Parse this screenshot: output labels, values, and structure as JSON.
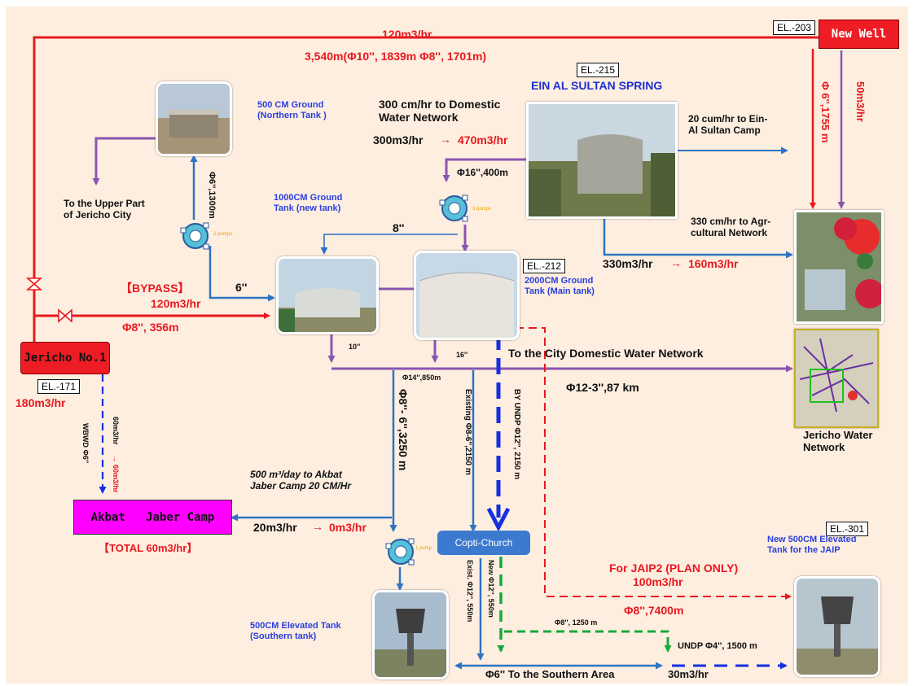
{
  "sources": {
    "new_well": "New Well",
    "jericho_no1": "Jericho No.1",
    "spring_title": "EIN AL SULTAN SPRING"
  },
  "elevations": {
    "new_well": "EL.-203",
    "spring": "EL.-215",
    "main_tank": "EL.-212",
    "jericho_no1": "EL.-171",
    "jaip_tank": "EL.-301"
  },
  "top_line": {
    "flow": "120m3/hr",
    "pipe": "3,540m(Φ10'', 1839m Φ8'', 1701m)"
  },
  "northern_tank": {
    "label": "500 CM Ground\n(Northern Tank )",
    "pipe": "Φ6'',1300m",
    "upper_city": "To the Upper Part\nof Jericho City",
    "pumps": "2 pumps"
  },
  "spring": {
    "domestic": "300 cm/hr to Domestic\nWater Network",
    "flow_before": "300m3/hr",
    "flow_after": "470m3/hr",
    "camp_flow": "20 cum/hr to Ein-\nAl Sultan Camp",
    "pipe": "Φ16'',400m",
    "pumps": "3 pumps",
    "agri": "330 cm/hr to Agr-\ncultural Network",
    "agri_before": "330m3/hr",
    "agri_after": "160m3/hr"
  },
  "new_well_line": {
    "pipe": "Φ 6'',1755 m",
    "flow": "50m3/hr"
  },
  "new_tank": {
    "label": "1000CM Ground\nTank (new tank)",
    "link": "8''",
    "outlet": "6''"
  },
  "main_tank": {
    "label": "2000CM Ground\nTank (Main tank)"
  },
  "bypass": {
    "title": "【BYPASS】",
    "flow": "120m3/hr",
    "pipe": "Φ8'', 356m"
  },
  "jericho_no1_flow": "180m3/hr",
  "distribution": {
    "d10": "10''",
    "d16": "16''",
    "d14": "Φ14'',850m",
    "city_network": "To the City Domestic Water Network",
    "network_length": "Φ12-3'',87 km",
    "network_label": "Jericho Water\nNetwork"
  },
  "wbwd": {
    "line": "WBWD Φ6''",
    "flow_before": "60m3/hr",
    "flow_after": "60m3/hr"
  },
  "akbat": {
    "camp": "Akbat   Jaber Camp",
    "total": "【TOTAL 60m3/hr】",
    "note": "500 m³/day to Akbat\nJaber Camp 20 CM/Hr",
    "flow_before": "20m3/hr",
    "flow_after": "0m3/hr",
    "pipe": "Φ8''- 6'',3250 m"
  },
  "copti": {
    "label": "Copti-Church",
    "existing": "Existing Φ8-6'',2150 m",
    "undp": "BY UNDP   Φ12'', 2150 m",
    "exist12": "Exist. Φ12'', 550m",
    "new12": "New Φ12'', 550m"
  },
  "jaip": {
    "plan": "For JAIP2 (PLAN ONLY)",
    "flow": "100m3/hr",
    "pipe": "Φ8'',7400m",
    "tank_label": "New 500CM Elevated\nTank  for the JAIP"
  },
  "southern": {
    "tank_label": "500CM Elevated Tank\n(Southern tank)",
    "area": "Φ6'' To the Southern Area",
    "p1250": "Φ8'', 1250 m",
    "undp4": "UNDP Φ4'', 1500 m",
    "flow": "30m3/hr",
    "pump": "1 pump"
  },
  "colors": {
    "red": "#e8191e",
    "blue": "#2e74c4",
    "purple": "#8a55b0",
    "dark_blue": "#1430e0",
    "green": "#18a83a",
    "magenta": "#ff00ff"
  }
}
